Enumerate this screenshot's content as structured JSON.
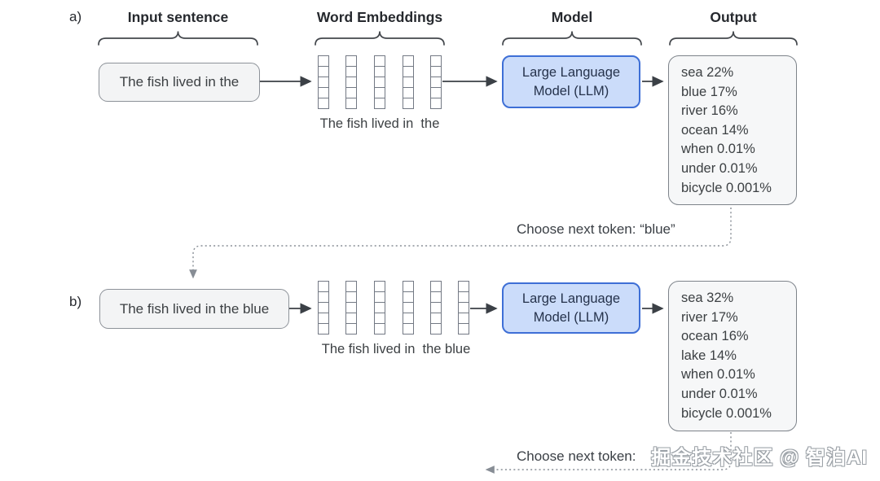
{
  "diagram": {
    "headers": {
      "input_sentence": "Input sentence",
      "word_embeddings": "Word Embeddings",
      "model": "Model",
      "output": "Output"
    },
    "rows": [
      {
        "label": "a)",
        "input_sentence": "The fish lived in the",
        "embedding_caption": "The fish lived in  the",
        "model_name": "Large Language Model (LLM)",
        "output_probabilities": [
          "sea 22%",
          "blue 17%",
          "river 16%",
          "ocean 14%",
          "when 0.01%",
          "under 0.01%",
          "bicycle 0.001%"
        ],
        "choose_next_token": "Choose next token: “blue”"
      },
      {
        "label": "b)",
        "input_sentence": "The fish lived in the blue",
        "embedding_caption": "The fish lived in  the blue",
        "model_name": "Large Language Model (LLM)",
        "output_probabilities": [
          "sea 32%",
          "river 17%",
          "ocean 16%",
          "lake 14%",
          "when 0.01%",
          "under 0.01%",
          "bicycle 0.001%"
        ],
        "choose_next_token": "Choose next token:"
      }
    ],
    "watermark": "掘金技术社区 @ 智泊AI",
    "colors": {
      "model_box_fill": "#cbdcfa",
      "model_box_border": "#3e6fd6",
      "gray_box_fill": "#f3f4f5",
      "gray_box_border": "#8d9299",
      "text": "#3c4043",
      "arrow": "#3b4046",
      "dotted_connector": "#878d95"
    }
  }
}
